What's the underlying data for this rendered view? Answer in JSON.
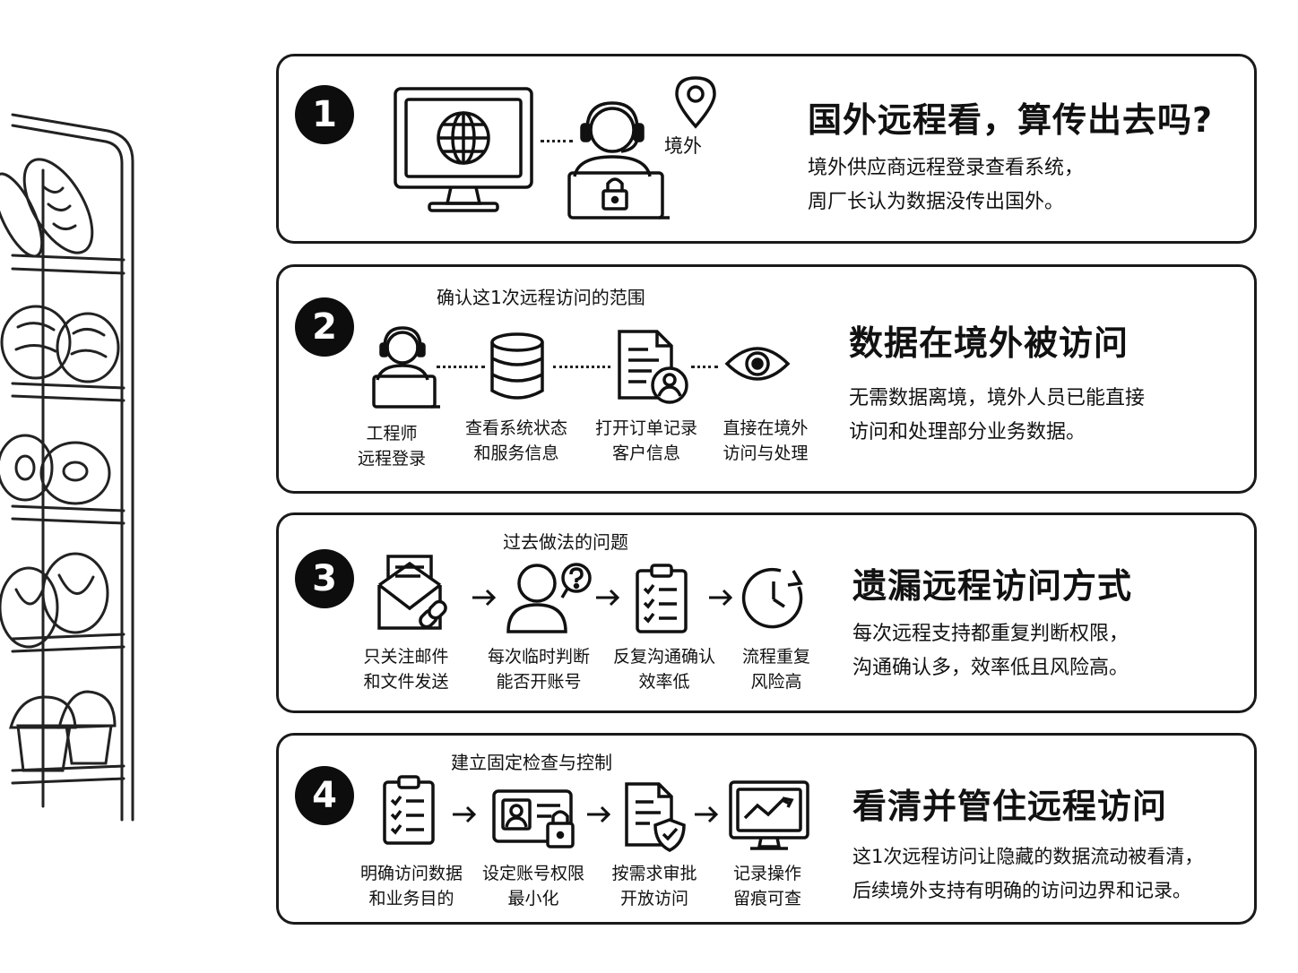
{
  "sections": [
    {
      "number": "1",
      "title": "国外远程看，算传出去吗?",
      "description": "境外供应商远程登录查看系统，\n周厂长认为数据没传出国外。",
      "location_label": "境外",
      "icons": [
        "monitor-globe-icon",
        "engineer-laptop-lock-icon",
        "location-pin-icon"
      ]
    },
    {
      "number": "2",
      "flow_title": "确认这1次远程访问的范围",
      "title": "数据在境外被访问",
      "description": "无需数据离境，境外人员已能直接\n访问和处理部分业务数据。",
      "steps": [
        {
          "label": "工程师\n远程登录",
          "icon": "engineer-laptop-icon"
        },
        {
          "label": "查看系统状态\n和服务信息",
          "icon": "database-icon"
        },
        {
          "label": "打开订单记录\n客户信息",
          "icon": "document-user-icon"
        },
        {
          "label": "直接在境外\n访问与处理",
          "icon": "eye-icon"
        }
      ]
    },
    {
      "number": "3",
      "flow_title": "过去做法的问题",
      "title": "遗漏远程访问方式",
      "description": "每次远程支持都重复判断权限，\n沟通确认多，效率低且风险高。",
      "steps": [
        {
          "label": "只关注邮件\n和文件发送",
          "icon": "mail-link-icon"
        },
        {
          "label": "每次临时判断\n能否开账号",
          "icon": "person-question-icon"
        },
        {
          "label": "反复沟通确认\n效率低",
          "icon": "clipboard-checklist-icon"
        },
        {
          "label": "流程重复\n风险高",
          "icon": "clock-cycle-icon"
        }
      ]
    },
    {
      "number": "4",
      "flow_title": "建立固定检查与控制",
      "title": "看清并管住远程访问",
      "description": "这1次远程访问让隐藏的数据流动被看清，\n后续境外支持有明确的访问边界和记录。",
      "steps": [
        {
          "label": "明确访问数据\n和业务目的",
          "icon": "clipboard-checklist-icon"
        },
        {
          "label": "设定账号权限\n最小化",
          "icon": "id-card-lock-icon"
        },
        {
          "label": "按需求审批\n开放访问",
          "icon": "document-shield-icon"
        },
        {
          "label": "记录操作\n留痕可查",
          "icon": "monitor-chart-icon"
        }
      ]
    }
  ]
}
